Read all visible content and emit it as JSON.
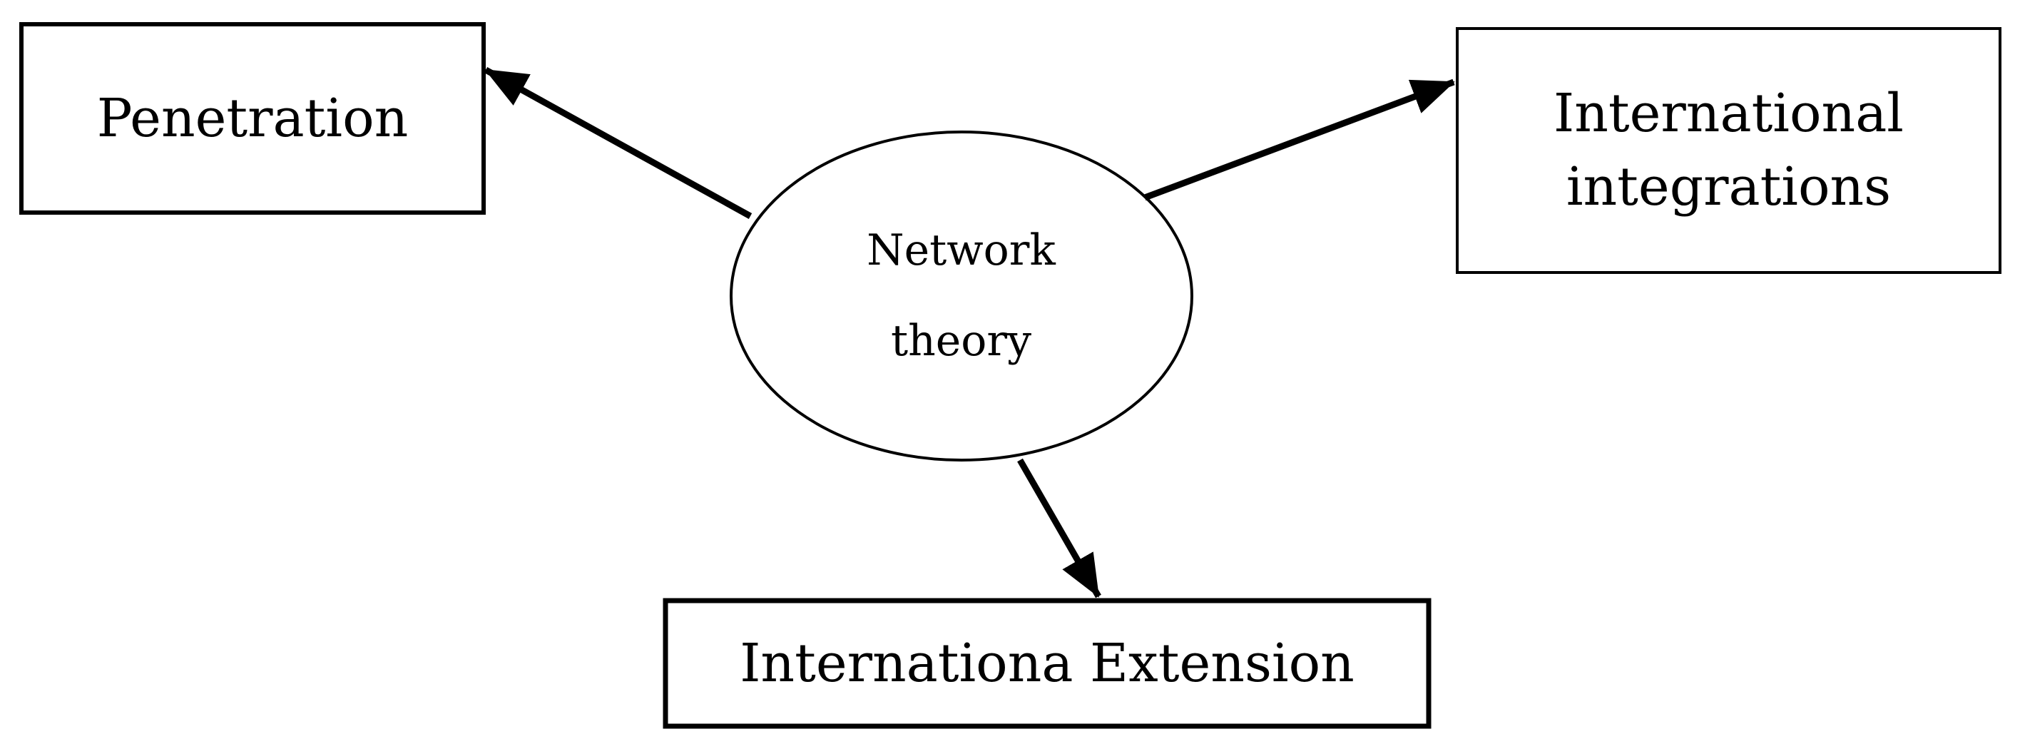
{
  "diagram": {
    "center": {
      "line1": "Network",
      "line2": "theory"
    },
    "nodes": {
      "penetration": "Penetration",
      "integrations": {
        "line1": "International",
        "line2": "integrations"
      },
      "extension": "Internationa Extension"
    },
    "edges": [
      {
        "from": "Network theory",
        "to": "Penetration"
      },
      {
        "from": "Network theory",
        "to": "International integrations"
      },
      {
        "from": "Network theory",
        "to": "Internationa Extension"
      }
    ]
  }
}
